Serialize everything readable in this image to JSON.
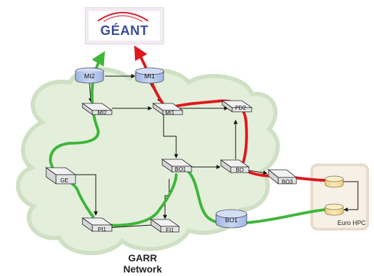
{
  "geant": {
    "logo_text": "GÉANT"
  },
  "routers_top": {
    "mi2": "MI2",
    "mi1": "MI1"
  },
  "switches": {
    "mi2": "MI2",
    "mi1": "MI1",
    "pd2": "PD2",
    "ge": "GE",
    "bo1": "BO1",
    "bo": "BO",
    "bo3": "BO3",
    "pi1": "PI1",
    "fi1": "FI1"
  },
  "router_bo1": "BO1",
  "network_label": {
    "line1": "GARR",
    "line2": "Network"
  },
  "euro_hpc_label": "Euro HPC",
  "colors": {
    "green_path": "#3fb53a",
    "red_path": "#e0171e",
    "cloud_fill": "#e2efd9",
    "cloud_stroke": "#cfe0c4",
    "router_fill": "#b8ccf0"
  }
}
